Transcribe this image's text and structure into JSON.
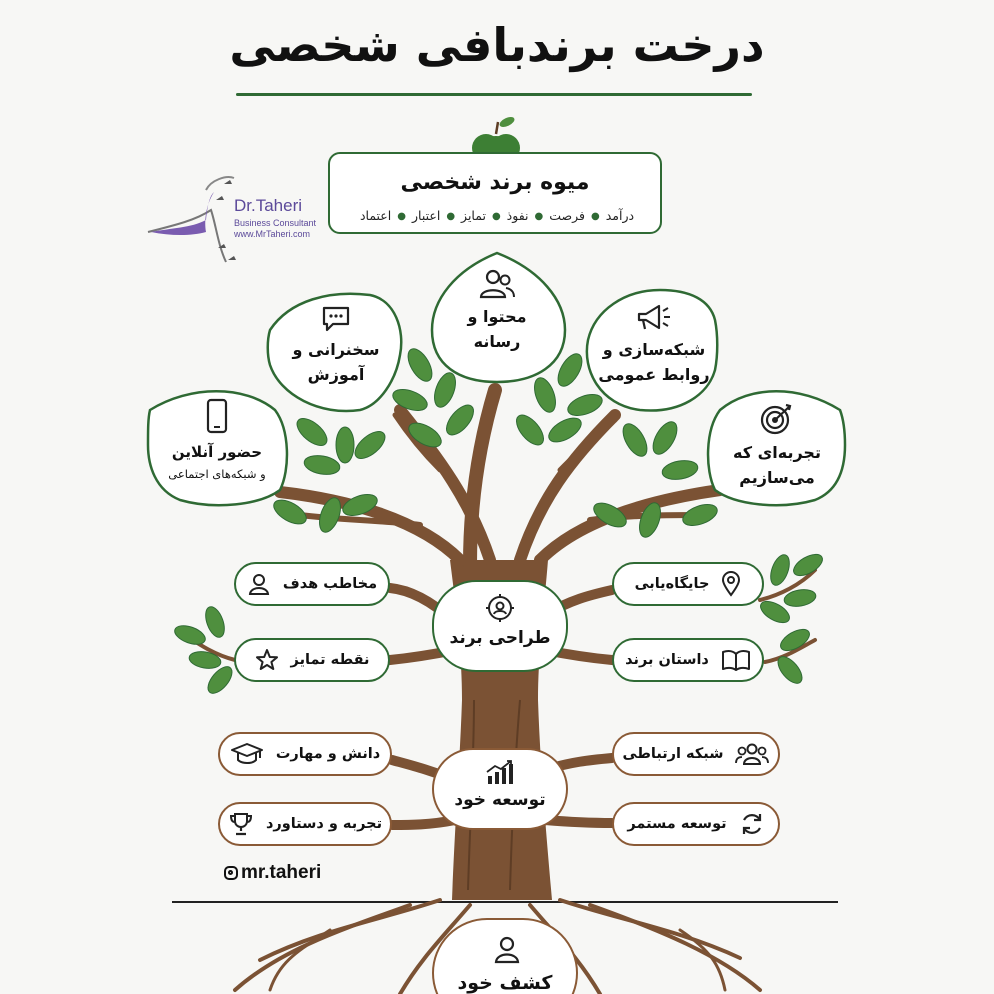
{
  "title": "درخت برندبافی شخصی",
  "fruit": {
    "title": "میوه برند شخصی",
    "items": [
      "اعتماد",
      "اعتبار",
      "تمایز",
      "نفوذ",
      "فرصت",
      "درآمد"
    ]
  },
  "logo": {
    "name": "Dr.Taheri",
    "subtitle": "Business Consultant",
    "url": "www.MrTaheri.com"
  },
  "branches": {
    "content_media": {
      "line1": "محتوا و",
      "line2": "رسانه",
      "icon": "people-icon"
    },
    "speaking": {
      "line1": "سخنرانی و",
      "line2": "آموزش",
      "icon": "chat-icon"
    },
    "networking_pr": {
      "line1": "شبکه‌سازی و",
      "line2": "روابط عمومی",
      "icon": "megaphone-icon"
    },
    "online": {
      "line1": "حضور آنلاین",
      "line2": "و شبکه‌های اجتماعی",
      "icon": "phone-icon"
    },
    "experience": {
      "line1": "تجربه‌ای که",
      "line2": "می‌سازیم",
      "icon": "target-icon"
    }
  },
  "brand_design": {
    "hub": "طراحی برند",
    "items": {
      "audience": "مخاطب هدف",
      "differentiation": "نقطه تمایز",
      "positioning": "جایگاه‌یابی",
      "story": "داستان برند"
    }
  },
  "self_development": {
    "hub": "توسعه خود",
    "items": {
      "knowledge": "دانش و مهارت",
      "achievement": "تجربه و دستاورد",
      "network": "شبکه ارتباطی",
      "continuous": "توسعه مستمر"
    }
  },
  "root": {
    "label": "کشف خود"
  },
  "handle": "mr.taheri",
  "colors": {
    "green": "#2f6a34",
    "leaf": "#4f8f3e",
    "trunk": "#7b5234",
    "root_border": "#8a5a36"
  }
}
